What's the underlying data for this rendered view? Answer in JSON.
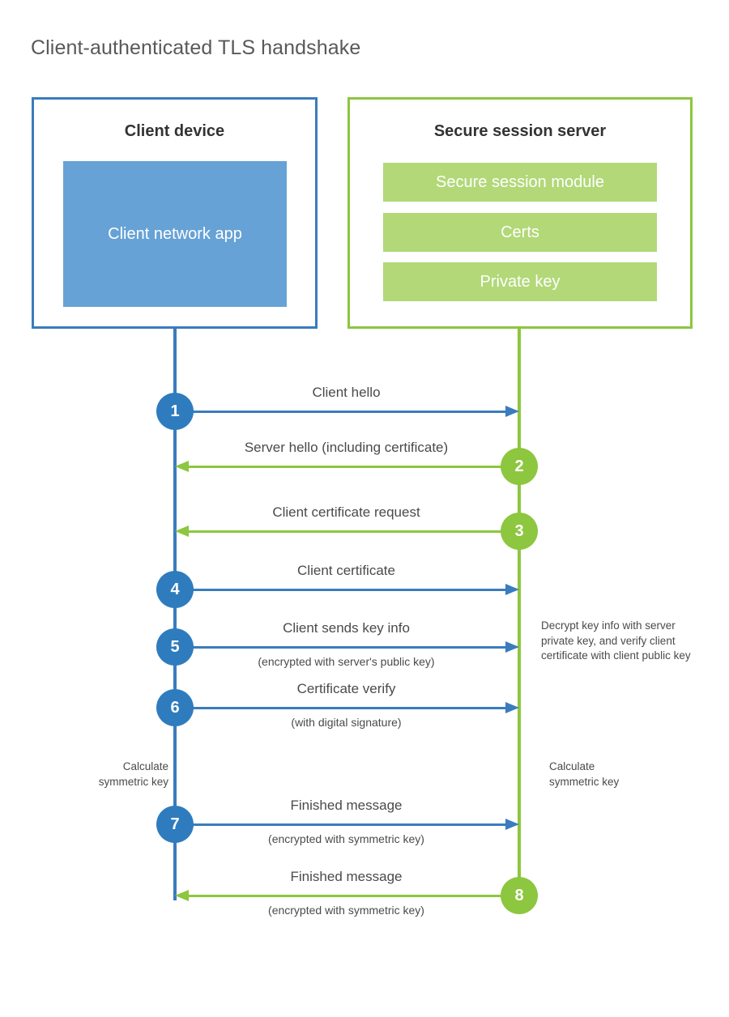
{
  "title": "Client-authenticated TLS handshake",
  "colors": {
    "client_blue": "#3a7cbd",
    "client_circle_blue": "#2e7cbe",
    "client_app_blue": "#66a2d6",
    "server_green": "#8dc63f",
    "server_bar_green": "#b2d878",
    "text_gray": "#4a4a4a",
    "title_gray": "#595959"
  },
  "client": {
    "title": "Client device",
    "app_label": "Client network\napp"
  },
  "server": {
    "title": "Secure session server",
    "components": [
      {
        "label": "Secure session module"
      },
      {
        "label": "Certs"
      },
      {
        "label": "Private key"
      }
    ]
  },
  "messages": [
    {
      "number": "1",
      "label": "Client hello",
      "sublabel": "",
      "direction": "to-server"
    },
    {
      "number": "2",
      "label": "Server hello (including certificate)",
      "sublabel": "",
      "direction": "to-client"
    },
    {
      "number": "3",
      "label": "Client certificate request",
      "sublabel": "",
      "direction": "to-client"
    },
    {
      "number": "4",
      "label": "Client certificate",
      "sublabel": "",
      "direction": "to-server"
    },
    {
      "number": "5",
      "label": "Client sends key info",
      "sublabel": "(encrypted with server's public key)",
      "direction": "to-server"
    },
    {
      "number": "6",
      "label": "Certificate verify",
      "sublabel": "(with digital signature)",
      "direction": "to-server"
    },
    {
      "number": "7",
      "label": "Finished message",
      "sublabel": "(encrypted with symmetric key)",
      "direction": "to-server"
    },
    {
      "number": "8",
      "label": "Finished message",
      "sublabel": "(encrypted with symmetric key)",
      "direction": "to-client"
    }
  ],
  "notes": {
    "decrypt": "Decrypt key info with server private key, and verify client certificate with client public key",
    "client_symmetric": "Calculate\nsymmetric key",
    "server_symmetric": "Calculate\nsymmetric key"
  }
}
